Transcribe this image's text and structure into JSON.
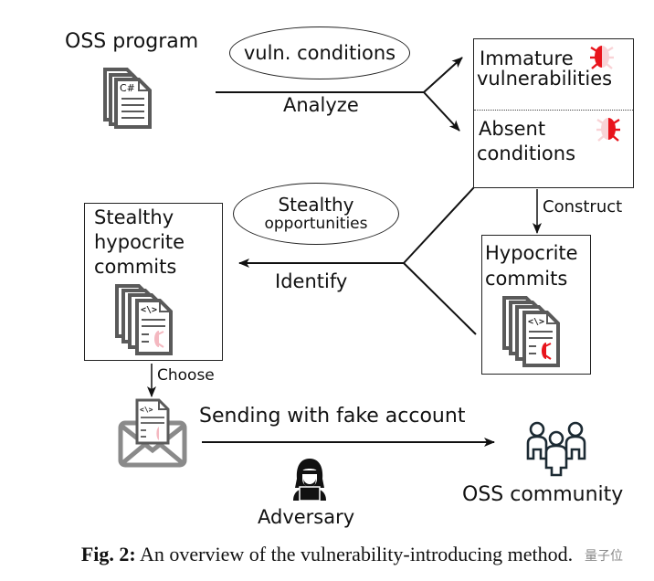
{
  "figure": {
    "nodes": {
      "oss_program": {
        "label": "OSS program",
        "icon_badge": "C#"
      },
      "vuln_conditions": {
        "label": "vuln. conditions"
      },
      "analyze_edge": {
        "label": "Analyze"
      },
      "result_box": {
        "immature": {
          "line1": "Immature",
          "line2": "vulnerabilities"
        },
        "absent": {
          "line1": "Absent",
          "line2": "conditions"
        }
      },
      "construct_edge": {
        "label": "Construct"
      },
      "hypocrite_commits": {
        "line1": "Hypocrite",
        "line2": "commits",
        "icon_badge": "<\\>"
      },
      "stealthy_opportunities": {
        "line1": "Stealthy",
        "line2": "opportunities"
      },
      "identify_edge": {
        "label": "Identify"
      },
      "stealthy_commits": {
        "line1": "Stealthy",
        "line2": "hypocrite",
        "line3": "commits",
        "icon_badge": "<\\>"
      },
      "choose_edge": {
        "label": "Choose"
      },
      "sending_edge": {
        "label": "Sending with fake account"
      },
      "adversary": {
        "label": "Adversary"
      },
      "oss_community": {
        "label": "OSS community"
      }
    },
    "colors": {
      "bug_red": "#e8141c",
      "bug_pink": "#f9d3d6",
      "icon_gray": "#5a5a5a"
    },
    "caption": {
      "prefix": "Fig. 2:",
      "text": "An overview of the vulnerability-introducing method."
    },
    "watermark": "量子位"
  }
}
